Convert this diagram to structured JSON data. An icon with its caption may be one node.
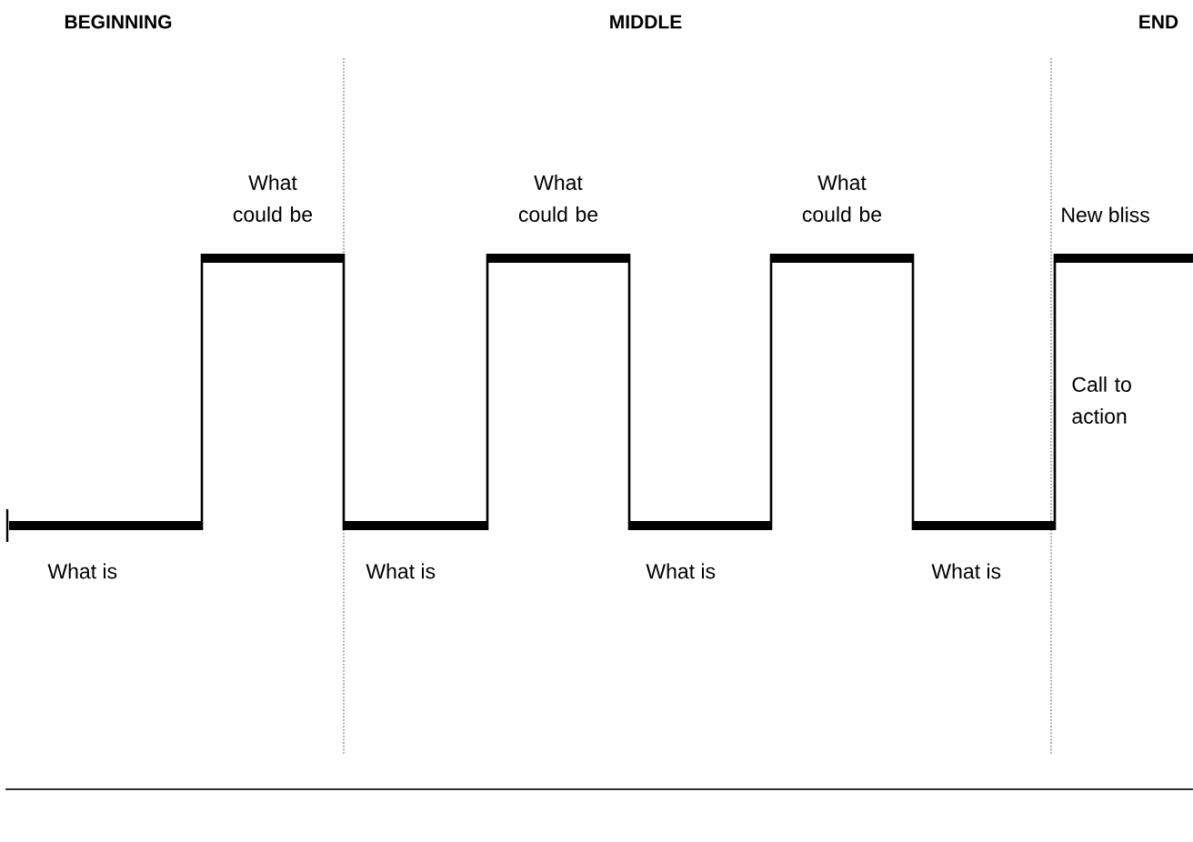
{
  "diagram": {
    "labels": [
      "BEGINNING",
      "MIDDLE",
      "END",
      "What could be",
      "What could be",
      "What could be",
      "New bliss",
      "Call to action",
      "What is",
      "What is",
      "What is",
      "What is"
    ]
  }
}
